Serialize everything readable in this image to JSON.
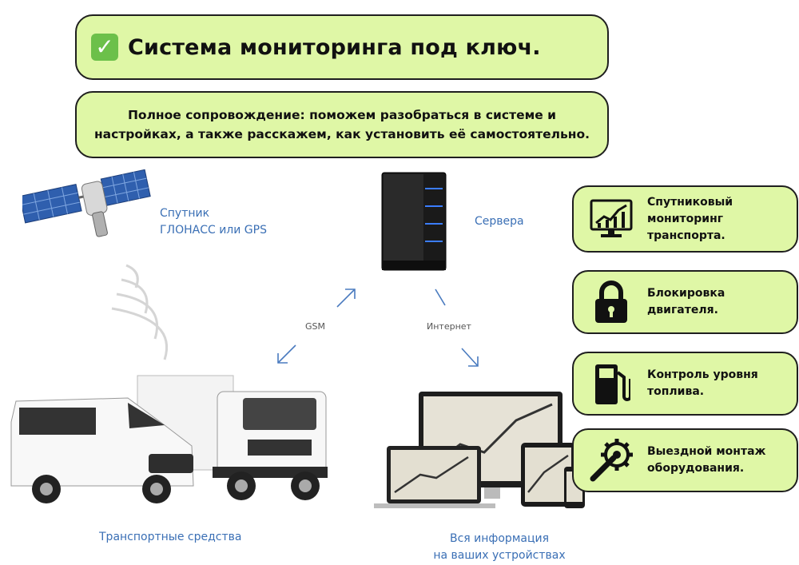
{
  "header": {
    "title": "Система мониторинга под ключ.",
    "subtitle_line1": "Полное сопровождение: поможем разобраться в системе и",
    "subtitle_line2": "настройках, а также расскажем, как установить её самостоятельно."
  },
  "diagram": {
    "satellite_line1": "Спутник",
    "satellite_line2": "ГЛОНАСС или GPS",
    "servers": "Сервера",
    "gsm": "GSM",
    "internet": "Интернет",
    "vehicles": "Транспортные средства",
    "devices_line1": "Вся информация",
    "devices_line2": "на ваших устройствах"
  },
  "features": [
    {
      "line1": "Спутниковый",
      "line2": "мониторинг",
      "line3": "транспорта.",
      "icon": "chart-monitor-icon"
    },
    {
      "line1": "Блокировка",
      "line2": "двигателя.",
      "icon": "padlock-icon"
    },
    {
      "line1": "Контроль уровня",
      "line2": "топлива.",
      "icon": "fuel-pump-icon"
    },
    {
      "line1": "Выездной монтаж",
      "line2": "оборудования.",
      "icon": "wrench-gear-icon"
    }
  ],
  "colors": {
    "pill": "#dff7a6",
    "caption": "#3a6fb5",
    "check": "#6cc04a"
  }
}
